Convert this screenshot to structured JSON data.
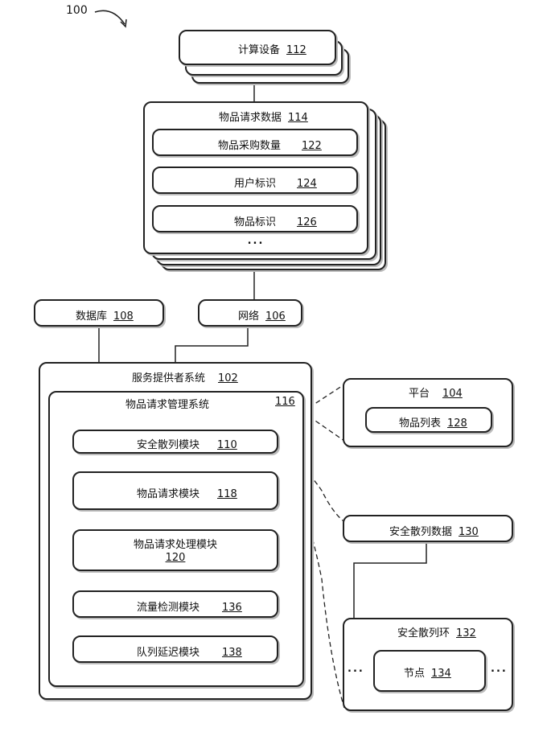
{
  "figure_ref": "100",
  "computing_device": {
    "label": "计算设备",
    "num": "112"
  },
  "item_request_data": {
    "label": "物品请求数据",
    "num": "114",
    "items": [
      {
        "label": "物品采购数量",
        "num": "122"
      },
      {
        "label": "用户标识",
        "num": "124"
      },
      {
        "label": "物品标识",
        "num": "126"
      }
    ],
    "ellipsis": "..."
  },
  "database": {
    "label": "数据库",
    "num": "108"
  },
  "network": {
    "label": "网络",
    "num": "106"
  },
  "service_provider": {
    "label": "服务提供者系统",
    "num": "102"
  },
  "item_request_mgmt": {
    "label": "物品请求管理系统",
    "num": "116",
    "modules": [
      {
        "label": "安全散列模块",
        "num": "110"
      },
      {
        "label": "物品请求模块",
        "num": "118"
      },
      {
        "label": "物品请求处理模块",
        "num": "120"
      },
      {
        "label": "流量检测模块",
        "num": "136"
      },
      {
        "label": "队列延迟模块",
        "num": "138"
      }
    ]
  },
  "platform": {
    "label": "平台",
    "num": "104",
    "item_list": {
      "label": "物品列表",
      "num": "128"
    }
  },
  "secure_hash_data": {
    "label": "安全散列数据",
    "num": "130"
  },
  "secure_hash_ring": {
    "label": "安全散列环",
    "num": "132",
    "node": {
      "label": "节点",
      "num": "134"
    },
    "ellipsis": "..."
  },
  "colors": {
    "stroke": "#222222",
    "shadow": "#bbbbbb"
  }
}
